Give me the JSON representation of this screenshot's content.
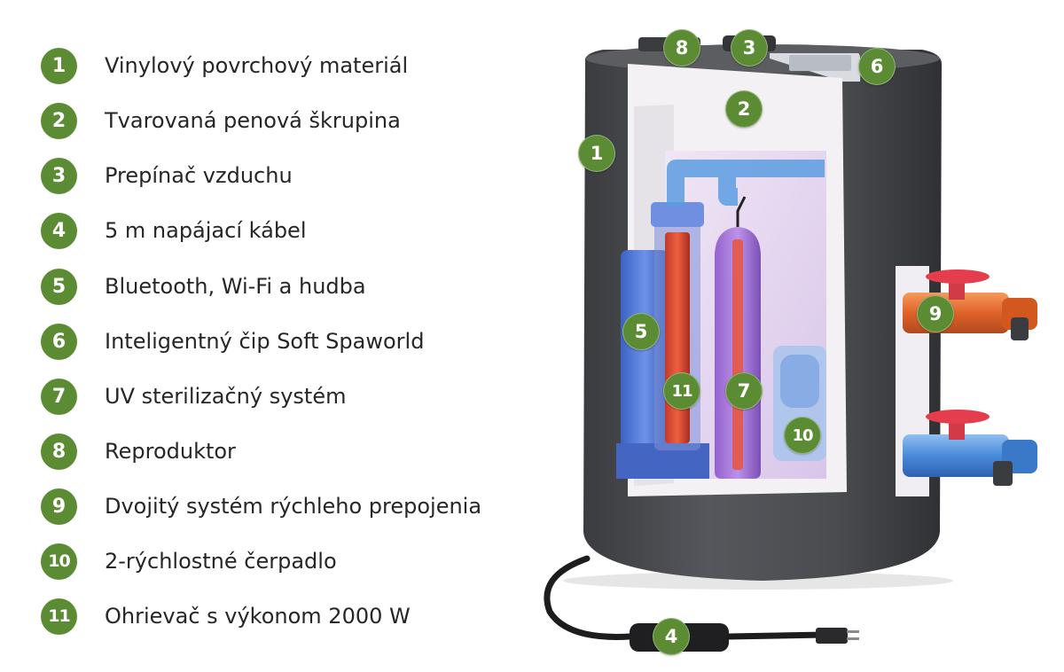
{
  "legend": {
    "items": [
      {
        "number": "1",
        "label": "Vinylový povrchový materiál"
      },
      {
        "number": "2",
        "label": "Tvarovaná penová škrupina"
      },
      {
        "number": "3",
        "label": "Prepínač vzduchu"
      },
      {
        "number": "4",
        "label": "5 m napájací kábel"
      },
      {
        "number": "5",
        "label": "Bluetooth, Wi-Fi a hudba"
      },
      {
        "number": "6",
        "label": "Inteligentný čip Soft Spaworld"
      },
      {
        "number": "7",
        "label": "UV sterilizačný systém"
      },
      {
        "number": "8",
        "label": "Reproduktor"
      },
      {
        "number": "9",
        "label": "Dvojitý systém rýchleho prepojenia"
      },
      {
        "number": "10",
        "label": "2-rýchlostné čerpadlo"
      },
      {
        "number": "11",
        "label": "Ohrievač s výkonom 2000 W"
      }
    ]
  },
  "callouts": {
    "c1": "1",
    "c2": "2",
    "c3": "3",
    "c4": "4",
    "c5": "5",
    "c6": "6",
    "c7": "7",
    "c8": "8",
    "c9": "9",
    "c10": "10",
    "c11": "11"
  },
  "colors": {
    "badge": "#5b8c33",
    "housing": "#45474b",
    "foam": "#f1eff2",
    "interior": "#e8dbf3",
    "pipe_blue": "#5b9de0",
    "heater_red": "#e8462a",
    "hose_orange": "#e66a2a",
    "valve_red": "#e33d4e"
  }
}
